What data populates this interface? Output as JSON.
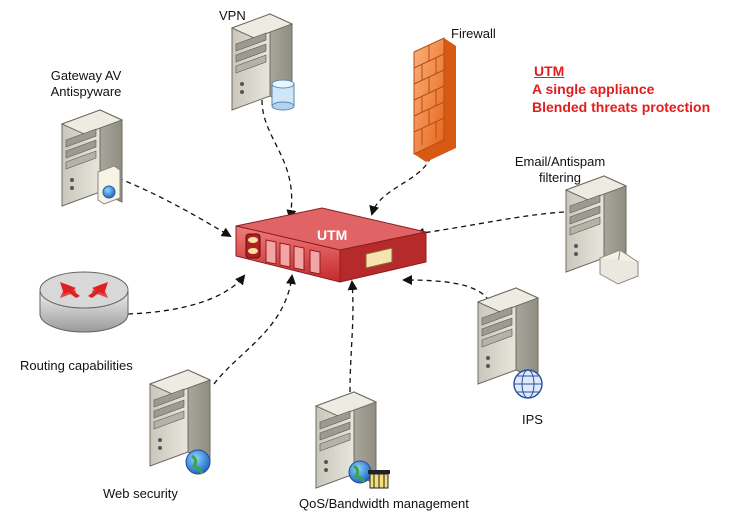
{
  "hub": {
    "label": "UTM"
  },
  "note": {
    "title": "UTM",
    "line1": "A single appliance",
    "line2": "Blended threats protection"
  },
  "nodes": {
    "vpn": "VPN",
    "firewall": "Firewall",
    "gateway_line1": "Gateway AV",
    "gateway_line2": "Antispyware",
    "email_line1": "Email/Antispam",
    "email_line2": "filtering",
    "routing": "Routing capabilities",
    "ips": "IPS",
    "web": "Web security",
    "qos": "QoS/Bandwidth management"
  },
  "colors": {
    "accent_red": "#e31d1d",
    "utm_red": "#d8383a",
    "firewall_orange": "#f07a2e",
    "server_gray": "#d9d7cc"
  }
}
